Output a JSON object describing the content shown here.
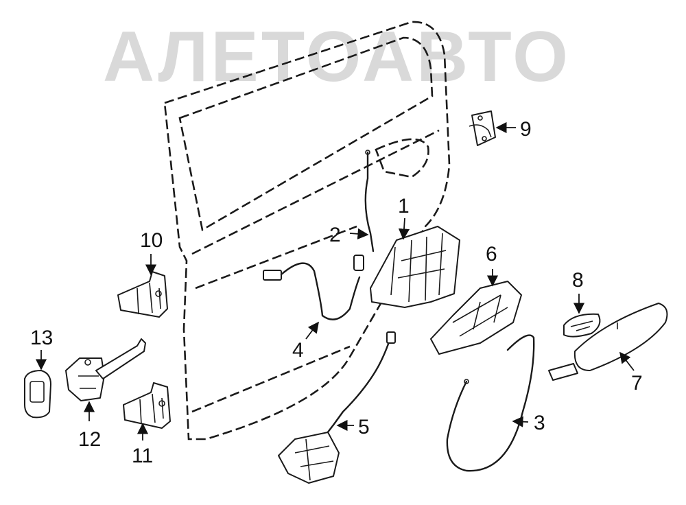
{
  "watermark": {
    "text": "АЛЕТОАВТО",
    "color": "#d9d9d9"
  },
  "colors": {
    "line": "#1a1a1a",
    "background": "#ffffff"
  },
  "callouts": [
    {
      "id": "c1",
      "label": "1"
    },
    {
      "id": "c2",
      "label": "2"
    },
    {
      "id": "c3",
      "label": "3"
    },
    {
      "id": "c4",
      "label": "4"
    },
    {
      "id": "c5",
      "label": "5"
    },
    {
      "id": "c6",
      "label": "6"
    },
    {
      "id": "c7",
      "label": "7"
    },
    {
      "id": "c8",
      "label": "8"
    },
    {
      "id": "c9",
      "label": "9"
    },
    {
      "id": "c10",
      "label": "10"
    },
    {
      "id": "c11",
      "label": "11"
    },
    {
      "id": "c12",
      "label": "12"
    },
    {
      "id": "c13",
      "label": "13"
    }
  ]
}
